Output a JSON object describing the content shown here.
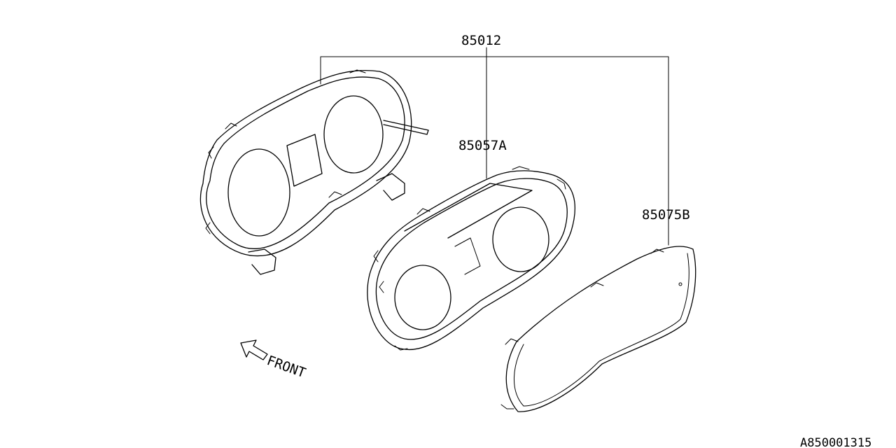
{
  "parts": {
    "assembly": "85012",
    "case": "85057A",
    "lens": "85075B"
  },
  "direction_label": "FRONT",
  "reference_code": "A850001315"
}
